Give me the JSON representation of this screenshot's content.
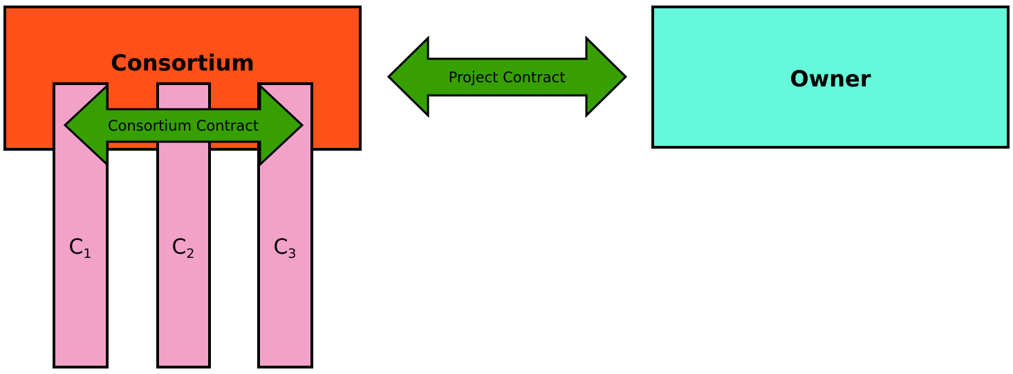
{
  "consortium": {
    "title": "Consortium",
    "fill": "#FF5119"
  },
  "owner": {
    "title": "Owner",
    "fill": "#66F8DA"
  },
  "project_contract": {
    "label": "Project Contract",
    "fill": "#37A000"
  },
  "consortium_contract": {
    "label": "Consortium Contract",
    "fill": "#37A000"
  },
  "members": [
    {
      "letter": "C",
      "index": "1",
      "fill": "#F2A2C9"
    },
    {
      "letter": "C",
      "index": "2",
      "fill": "#F2A2C9"
    },
    {
      "letter": "C",
      "index": "3",
      "fill": "#F2A2C9"
    }
  ]
}
